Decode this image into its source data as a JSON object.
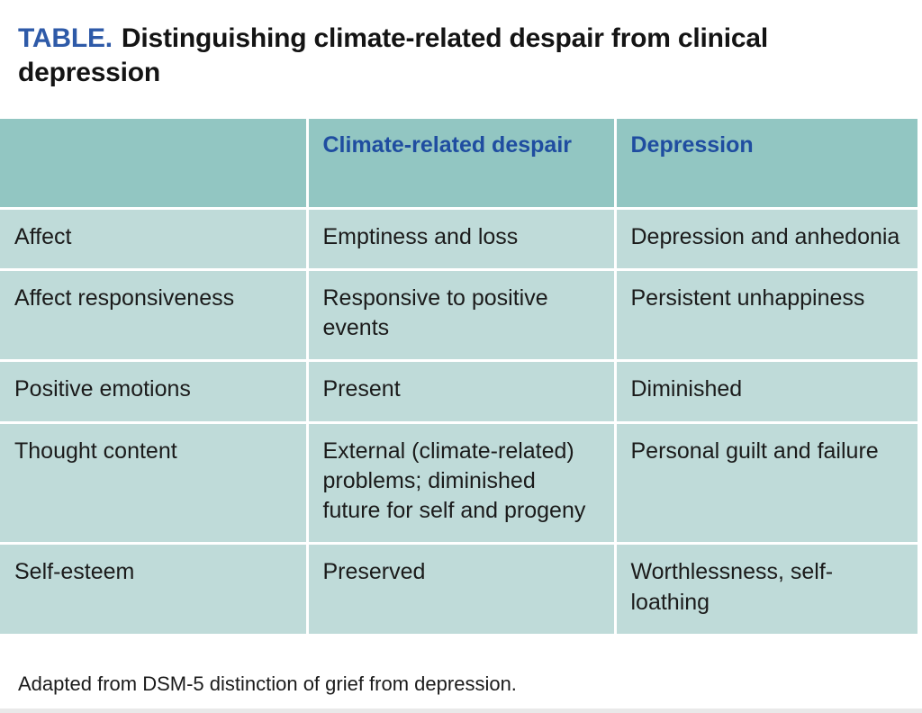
{
  "title": {
    "tag": "TABLE.",
    "text": "Distinguishing climate-related despair from clinical depression"
  },
  "table": {
    "columns": [
      "",
      "Climate-related despair",
      "Depression"
    ],
    "rows": [
      {
        "feature": "Affect",
        "climate_related_despair": "Emptiness and loss",
        "depression": "Depression and anhedonia"
      },
      {
        "feature": "Affect responsiveness",
        "climate_related_despair": "Responsive to positive events",
        "depression": "Persistent unhappiness"
      },
      {
        "feature": "Positive emotions",
        "climate_related_despair": "Present",
        "depression": "Diminished"
      },
      {
        "feature": "Thought content",
        "climate_related_despair": "External (climate-related) problems; diminished future for self and progeny",
        "depression": "Personal guilt and failure"
      },
      {
        "feature": "Self-esteem",
        "climate_related_despair": "Preserved",
        "depression": "Worthlessness, self-loathing"
      }
    ]
  },
  "footnote": "Adapted from DSM-5 distinction of grief from depression.",
  "colors": {
    "header_fill": "#92c6c2",
    "body_fill": "#bfdbd9",
    "header_text": "#1f4da0",
    "title_tag": "#2e5aa8",
    "body_text": "#1b1b1b",
    "grid_line": "#ffffff"
  }
}
